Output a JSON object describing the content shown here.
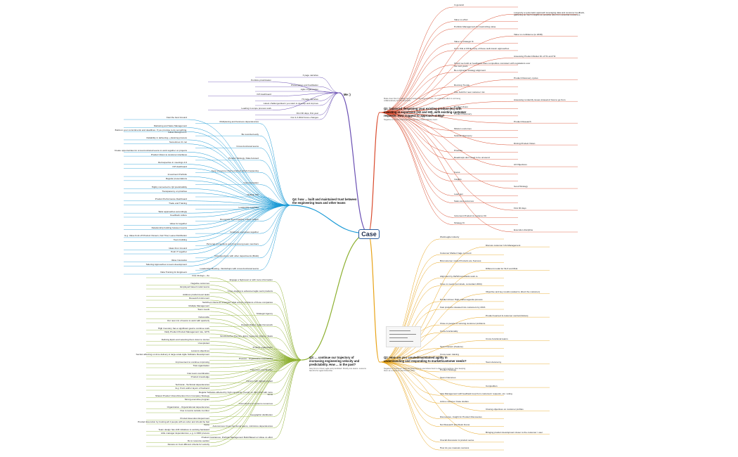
{
  "central": "Case",
  "branches": [
    {
      "label": "Me :)",
      "color": "#6a4fb3",
      "items": [
        "3 page narrative",
        "Portfolio prioritization",
        "Presentation and Facilitation",
        "Agile Organization",
        "KPI dashboard",
        "Hi page narrative",
        "Latest challenges/learn you want to develop and improve",
        "Leading in-scope process work",
        "First 90 days, first year",
        "Our 2-3 2022 future changes"
      ]
    },
    {
      "label": "Q1: balanced deepening your existing product (91) with investing in expansion (H2 and H3), with existing customer requests. How suggest to approach at Big?",
      "color": "#d94a2c",
      "note": "Negative to Product Management and the product delivery team",
      "sub": "Make clear that I'm talking about product development here. It's extensive effort to not being collaboratively of CTO and CPO.",
      "items": [
        "In general",
        "Longevity a systematic approach leveraging data and customer feedback, gathering as much insights as possible also from potential customers",
        "Value vs effort",
        "Portfolio Management for maximizing value",
        "Value vs confidence (to 1848)",
        "Value vs strategic fit",
        "As in ICE or RICE many of these well-known approaches",
        "Assessing Product Market Fit of H1 and H2",
        "Check we build on feedbacks does competitive consistent with regulations over the next years",
        "Be a dynamic strategy alignment",
        "Product Discovery cycles",
        "Running Trends",
        "Also build for new customer mix",
        "Assessing to identify issues instead of how to go from",
        "Product Vision",
        "Product Discovery",
        "Product Research",
        "Mission outcomes",
        "Solution Discovery",
        "Driving Product Vision",
        "Prioritize",
        "Roadmaps don't need to be unsound",
        "All Objectives",
        "Focus",
        "Insights",
        "Good Strategy",
        "Lead gen",
        "Sales and outcomes",
        "First 90 days",
        "Increment Product & customer Fit",
        "Strategy fit",
        "Execution discipline"
      ]
    },
    {
      "label": "Q2: How are you created/maintained agility in understanding and responding to market/customer needs?",
      "color": "#e8a317",
      "note": "Negative to Customer Value Development as executives best in-class and practices. Also keeping them at a customer and Product Pain",
      "items": [
        "World-agile industry",
        "Discuss customer Info Management",
        "Customer Market Cage to Count",
        "Bid-customer model Products are Success",
        "Different model for SLO and RLE",
        "Alignment by AWS/Consultants work to",
        "Close to needs (terminals, consultant 2004)",
        "Objective and key results (scaled to direct the customer)",
        "Product driven High-market agenda process",
        "Fast products released into customers by 2016",
        "Product learned & customer central (Notion)",
        "Close to people on winning customer problems",
        "Cross-functionality",
        "Cross-functional teams",
        "Team Owners (Feature)",
        "Cross-team training",
        "Team Autonomy",
        "Product Strategy",
        "Team Outcomes",
        "Competition",
        "Idea Management with feedback loop from customers' requests, etc. voting",
        "Active customer Case studies",
        "Closing objectives on customer profiles",
        "Discoveries, Insight for Product Discoveries",
        "Not Research and Desk Focus",
        "Bringing product development closer to the customer / user",
        "Overall discussion & product sense",
        "How do you measure success"
      ]
    },
    {
      "label": "Q3: ... continue our trajectory of increasing engineering velocity and predictability. How ... in the past?",
      "color": "#8db030",
      "note": "Stop first to Cloud, agile and prioritized. Shortly one teams. Lessons fast-first for agile bottomline",
      "items": [
        "First 30 days ~ 6o",
        "Engage a high-level or with more information",
        "Negative outcomes",
        "Employed based model teams",
        "Cross-staging to advanced agile work products",
        "Address product-level tasks",
        "Research-Instrument",
        "Switched criteria as examples what are the problems of those companies",
        "Multiple Management",
        "Team needs",
        "Strategic Agency",
        "Deliverable",
        "Our new mix of teams to work with quarterly",
        "Regular Dailies, Agile framework",
        "High Inventory has a significant goal to continue work",
        "Daily Product Product Management role, GITS",
        "Structured for Themes, Epics, Features, Stories, Tasks",
        "Defining Epics and selecting them down to stories",
        "Unexploited",
        "Product organization",
        "Lessons objectives",
        "Section affecting on-time delivery in large-scale Agile Software Development",
        "Process - Organization Intertwining",
        "Improvement to continue improving",
        "Trial organization",
        "Intra-team coordination",
        "Inter-team coordination",
        "Product knowledge",
        "Factors with highest impact",
        "Technical - Technical dependencies",
        "E.g. Front and/or layers of backend",
        "Regular Software affected by high complexity (mostly on this) KAP with more focus",
        "Shared Product Vision/Intention from Company Strategy",
        "Strong executive program",
        "Commitment to resource resources",
        "Organization - Organizational dependencies",
        "Due to teams outside member",
        "Geographic distribution",
        "Product Execution Experiment",
        "Product Execution by trusting all 4 people with an order and should be fast frame",
        "Autonomous Cross-functional teams, minimizes dependencies",
        "Team design has shift initiatives to working backward",
        "Little manager dependencies, e.g. in DDD process",
        "Product Invariances, Portfolio Management Build Based on Value vs effort",
        "Do to resource auction",
        "Review on Cost different criteria for velocity"
      ]
    },
    {
      "label": "Q4: how ... built and maintained trust between the engineering team and other teams",
      "color": "#1a9ad6",
      "items": [
        "Fast the best Ground",
        "Multiplexing and business dependencies",
        "Marketing and Sales Management",
        "Build on your commitments and deadlines. If you promise to do something, follow through on it.",
        "Be recorded early",
        "Reliability in delivering + planning process",
        "Sometimes it's not",
        "Cross-functional teams",
        "Create opportunities for cross-functional teams to work together on projects",
        "Product Vision to customer interfaces",
        "Product Strategy, Data-focused",
        "Retrospective in meetings 4-6",
        "KPI dashboard",
        "Keep everyone informed about what's happening",
        "Investment Portfolio",
        "Regular presentations",
        "Communication",
        "Highly connected to Q2 predictability",
        "Transparency on priorities",
        "Multiple KPI",
        "Product Performance Dashboard",
        "Trade and Training",
        "Leadership coaching",
        "Tailor approaches accordingly",
        "Feedback culture",
        "Recognize them together culture culture",
        "Value for together",
        "Relationship building between teams",
        "Celebrate successes together",
        "E.g. Value Fork off Product Owners, Fair Trial, Leave Distribution",
        "Team building",
        "Personal connections and trust among team members",
        "Ideas from Ground",
        "Push IT together",
        "Retrospectives with other departments (Build)",
        "Value Cascades",
        "Tailoring Approaches to team development",
        "Leadership Meeting - Workshops with cross-functional teams",
        "Data Training for Engineers"
      ]
    }
  ]
}
